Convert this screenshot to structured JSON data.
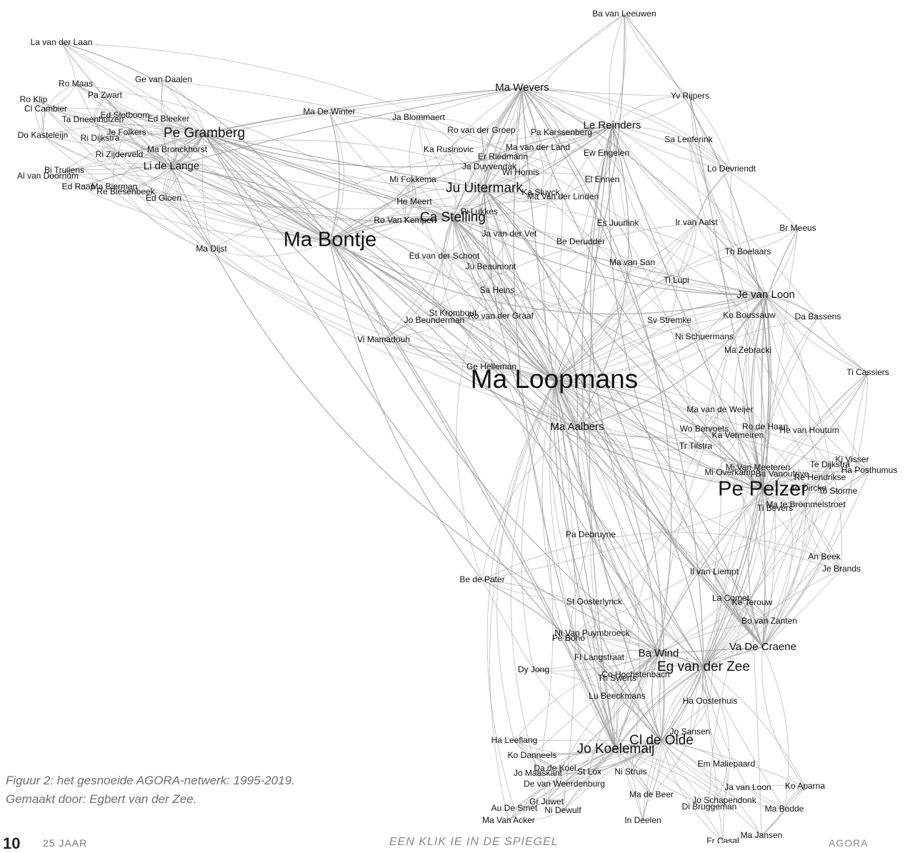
{
  "caption": {
    "line1": "Figuur 2: het gesnoeide AGORA-netwerk: 1995-2019.",
    "line2": "Gemaakt door: Egbert van der Zee."
  },
  "footer": {
    "page_number": "10",
    "left": "25 JAAR",
    "middle": "EEN KLIK IE IN DE SPIEGEL",
    "right": "AGORA"
  },
  "network": {
    "nodes": [
      {
        "id": "Ma Loopmans",
        "size": "xl"
      },
      {
        "id": "Ma Bontje",
        "size": "lg"
      },
      {
        "id": "Pe Pelzer",
        "size": "lg"
      },
      {
        "id": "Jo Koelemaij",
        "size": "md"
      },
      {
        "id": "Cl de Olde",
        "size": "md"
      },
      {
        "id": "Pe Gramberg",
        "size": "md"
      },
      {
        "id": "Ca Stelling",
        "size": "md"
      },
      {
        "id": "Ju Uitermark",
        "size": "md"
      },
      {
        "id": "Eg van der Zee",
        "size": "md"
      },
      {
        "id": "Li de Lange",
        "size": "sm"
      },
      {
        "id": "Ma Wevers",
        "size": "sm"
      },
      {
        "id": "Le Reinders",
        "size": "sm"
      },
      {
        "id": "Ma Aalbers",
        "size": "sm"
      },
      {
        "id": "Je van Loon",
        "size": "sm"
      },
      {
        "id": "Va De Craene",
        "size": "sm"
      },
      {
        "id": "Ba Wind",
        "size": "sm"
      },
      {
        "id": "Ba van Leeuwen",
        "size": "xs"
      },
      {
        "id": "La van der Laan",
        "size": "xs"
      },
      {
        "id": "Ro Maas",
        "size": "xs"
      },
      {
        "id": "Ge van Daalen",
        "size": "xs"
      },
      {
        "id": "Pa Zwart",
        "size": "xs"
      },
      {
        "id": "Ro Klip",
        "size": "xs"
      },
      {
        "id": "Cl Cambier",
        "size": "xs"
      },
      {
        "id": "Ta Drieenhuizen",
        "size": "xs"
      },
      {
        "id": "Ed Slotboom",
        "size": "xs"
      },
      {
        "id": "Ed Bleeker",
        "size": "xs"
      },
      {
        "id": "Do Kasteleijn",
        "size": "xs"
      },
      {
        "id": "Ri Dijkstra",
        "size": "xs"
      },
      {
        "id": "Je Folkers",
        "size": "xs"
      },
      {
        "id": "Ma Bronckhorst",
        "size": "xs"
      },
      {
        "id": "Ri Zijderveld",
        "size": "xs"
      },
      {
        "id": "Bi Truijens",
        "size": "xs"
      },
      {
        "id": "Al van Doornum",
        "size": "xs"
      },
      {
        "id": "Ed Raap",
        "size": "xs"
      },
      {
        "id": "Ma Bierman",
        "size": "xs"
      },
      {
        "id": "Re Biesenbeek",
        "size": "xs"
      },
      {
        "id": "Ed Gloen",
        "size": "xs"
      },
      {
        "id": "Ma Dijst",
        "size": "xs"
      },
      {
        "id": "Ma De Winter",
        "size": "xs"
      },
      {
        "id": "Ja Blommaert",
        "size": "xs"
      },
      {
        "id": "Ro van der Groep",
        "size": "xs"
      },
      {
        "id": "Pa Karssenberg",
        "size": "xs"
      },
      {
        "id": "Ka Rusinovic",
        "size": "xs"
      },
      {
        "id": "Ma van der Land",
        "size": "xs"
      },
      {
        "id": "Er Riedmann",
        "size": "xs"
      },
      {
        "id": "Ew Engelen",
        "size": "xs"
      },
      {
        "id": "Ja Duyvendak",
        "size": "xs"
      },
      {
        "id": "Wi Hornis",
        "size": "xs"
      },
      {
        "id": "Mi Fokkema",
        "size": "xs"
      },
      {
        "id": "El Ennen",
        "size": "xs"
      },
      {
        "id": "Ka Sluyck",
        "size": "xs"
      },
      {
        "id": "Ma Van der Linden",
        "size": "xs"
      },
      {
        "id": "He Meert",
        "size": "xs"
      },
      {
        "id": "Pi Lukkes",
        "size": "xs"
      },
      {
        "id": "Ro Van Kempen",
        "size": "xs"
      },
      {
        "id": "Ja van der Vet",
        "size": "xs"
      },
      {
        "id": "Be Derudder",
        "size": "xs"
      },
      {
        "id": "Ed van der Schoot",
        "size": "xs"
      },
      {
        "id": "Ju Beaumont",
        "size": "xs"
      },
      {
        "id": "Sa Heins",
        "size": "xs"
      },
      {
        "id": "St Krombout",
        "size": "xs"
      },
      {
        "id": "Jo Beunderman",
        "size": "xs"
      },
      {
        "id": "Ro van der Graaf",
        "size": "xs"
      },
      {
        "id": "Vi Mamadouh",
        "size": "xs"
      },
      {
        "id": "Ge Helleman",
        "size": "xs"
      },
      {
        "id": "Yv Rijpers",
        "size": "xs"
      },
      {
        "id": "Sa Lenferink",
        "size": "xs"
      },
      {
        "id": "Lo Devriendt",
        "size": "xs"
      },
      {
        "id": "Es Juurlink",
        "size": "xs"
      },
      {
        "id": "Ir van Aalst",
        "size": "xs"
      },
      {
        "id": "Br Meeus",
        "size": "xs"
      },
      {
        "id": "Th Boelaars",
        "size": "xs"
      },
      {
        "id": "Ma van San",
        "size": "xs"
      },
      {
        "id": "Ti Lupi",
        "size": "xs"
      },
      {
        "id": "Sv Stremke",
        "size": "xs"
      },
      {
        "id": "Ko Boussauw",
        "size": "xs"
      },
      {
        "id": "Da Bassens",
        "size": "xs"
      },
      {
        "id": "Ni Schuermans",
        "size": "xs"
      },
      {
        "id": "Ma Zebracki",
        "size": "xs"
      },
      {
        "id": "Ti Cassiers",
        "size": "xs"
      },
      {
        "id": "Ma van de Weijer",
        "size": "xs"
      },
      {
        "id": "Wo Bervoets",
        "size": "xs"
      },
      {
        "id": "Ro de Haan",
        "size": "xs"
      },
      {
        "id": "Ka Vermeiren",
        "size": "xs"
      },
      {
        "id": "He van Houtum",
        "size": "xs"
      },
      {
        "id": "Tr Tilstra",
        "size": "xs"
      },
      {
        "id": "Ki Visser",
        "size": "xs"
      },
      {
        "id": "Te Dijkstra",
        "size": "xs"
      },
      {
        "id": "Mi Van Meeteren",
        "size": "xs"
      },
      {
        "id": "Mi Overkamp",
        "size": "xs"
      },
      {
        "id": "Ba Vanoutrive",
        "size": "xs"
      },
      {
        "id": "Re Hendrikse",
        "size": "xs"
      },
      {
        "id": "Ha Posthumus",
        "size": "xs"
      },
      {
        "id": "To Dircke",
        "size": "xs"
      },
      {
        "id": "To Storme",
        "size": "xs"
      },
      {
        "id": "Ma te Brömmelstroet",
        "size": "xs"
      },
      {
        "id": "Ti Bevers",
        "size": "xs"
      },
      {
        "id": "Pa Debruyne",
        "size": "xs"
      },
      {
        "id": "An Beek",
        "size": "xs"
      },
      {
        "id": "Je Brands",
        "size": "xs"
      },
      {
        "id": "Il van Liempt",
        "size": "xs"
      },
      {
        "id": "Be de Pater",
        "size": "xs"
      },
      {
        "id": "St Oosterlynck",
        "size": "xs"
      },
      {
        "id": "La Comet",
        "size": "xs"
      },
      {
        "id": "Ke Terouw",
        "size": "xs"
      },
      {
        "id": "Bo van Zanten",
        "size": "xs"
      },
      {
        "id": "Ni Van Puymbroeck",
        "size": "xs"
      },
      {
        "id": "Pe Boho",
        "size": "xs"
      },
      {
        "id": "Fl Langstraat",
        "size": "xs"
      },
      {
        "id": "Dy Jong",
        "size": "xs"
      },
      {
        "id": "Co Hochstenbach",
        "size": "xs"
      },
      {
        "id": "Th Swerts",
        "size": "xs"
      },
      {
        "id": "Lu Beeckmans",
        "size": "xs"
      },
      {
        "id": "Ha Oosterhuis",
        "size": "xs"
      },
      {
        "id": "Jo Sansen",
        "size": "xs"
      },
      {
        "id": "Ha Leeflang",
        "size": "xs"
      },
      {
        "id": "Ko Danneels",
        "size": "xs"
      },
      {
        "id": "Da de Koel",
        "size": "xs"
      },
      {
        "id": "Jo Maaskant",
        "size": "xs"
      },
      {
        "id": "St Lox",
        "size": "xs"
      },
      {
        "id": "Ni Struis",
        "size": "xs"
      },
      {
        "id": "Em Maliepaard",
        "size": "xs"
      },
      {
        "id": "De van Weerdenburg",
        "size": "xs"
      },
      {
        "id": "Ma de Beer",
        "size": "xs"
      },
      {
        "id": "Ja van Loon",
        "size": "xs"
      },
      {
        "id": "Ko Aparna",
        "size": "xs"
      },
      {
        "id": "Jo Schapendonk",
        "size": "xs"
      },
      {
        "id": "Gr Juwet",
        "size": "xs"
      },
      {
        "id": "Au De Smet",
        "size": "xs"
      },
      {
        "id": "Ni Dewulf",
        "size": "xs"
      },
      {
        "id": "Di Bruggeman",
        "size": "xs"
      },
      {
        "id": "Ma Bodde",
        "size": "xs"
      },
      {
        "id": "Ma Van Acker",
        "size": "xs"
      },
      {
        "id": "In Deelen",
        "size": "xs"
      },
      {
        "id": "Ma Jansen",
        "size": "xs"
      },
      {
        "id": "Fr Casal",
        "size": "xs"
      }
    ]
  }
}
